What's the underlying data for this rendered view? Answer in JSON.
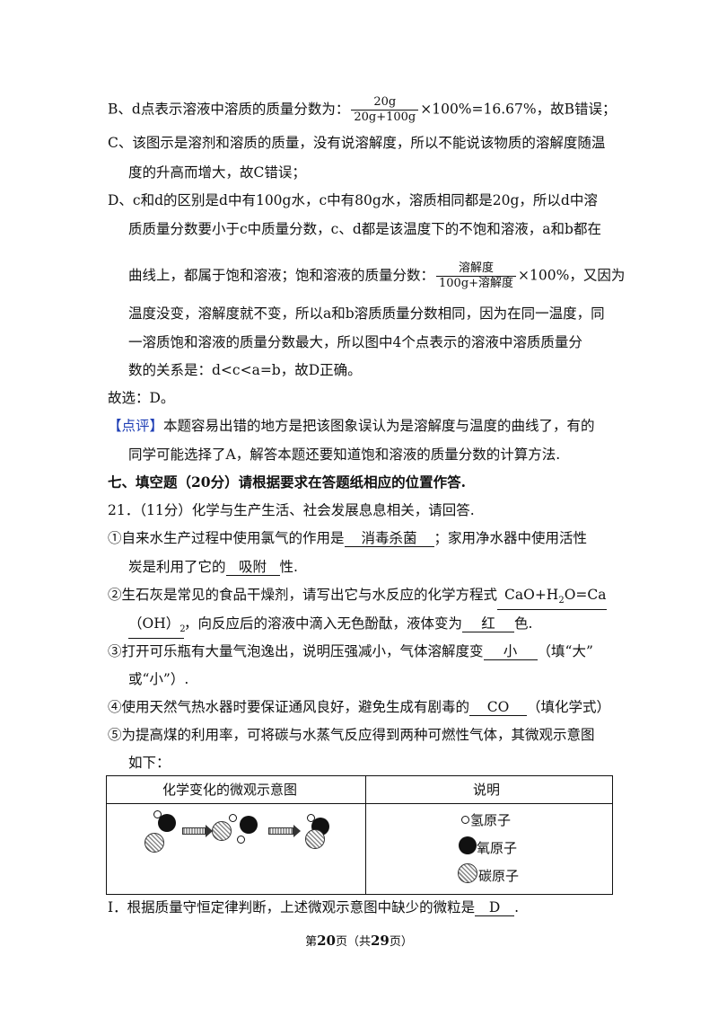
{
  "lines": {
    "b_pre": "B、d点表示溶液中溶质的质量分数为：",
    "b_num": "20g",
    "b_den": "20g+100g",
    "b_post": "×100%=16.67%，故B错误；",
    "c1": "C、该图示是溶剂和溶质的质量，没有说溶解度，所以不能说该物质的溶解度随温",
    "c2": "度的升高而增大，故C错误；",
    "d1": "D、c和d的区别是d中有100g水，c中有80g水，溶质相同都是20g，所以d中溶",
    "d2": "质质量分数要小于c中质量分数，c、d都是该温度下的不饱和溶液，a和b都在",
    "d3_pre": "曲线上，都属于饱和溶液；饱和溶液的质量分数：",
    "d3_num": "溶解度",
    "d3_den": "100g+溶解度",
    "d3_post": "×100%，又因为",
    "d4": "温度没变，溶解度就不变，所以a和b溶质质量分数相同，因为在同一温度，同",
    "d5": "一溶质饱和溶液的质量分数最大，所以图中4个点表示的溶液中溶质质量分",
    "d6": "数的关系是：d<c<a=b，故D正确。",
    "choose": "故选：D。",
    "review_tag": "【点评】",
    "review1": "本题容易出错的地方是把该图象误认为是溶解度与温度的曲线了，有的",
    "review2": "同学可能选择了A，解答本题还要知道饱和溶液的质量分数的计算方法."
  },
  "section": "七、填空题（20分）请根据要求在答题纸相应的位置作答.",
  "q21": {
    "head": "21．（11分）化学与生产生活、社会发展息息相关，请回答.",
    "p1_a": "①自来水生产过程中使用氯气的作用是",
    "p1_ans1": "消毒杀菌",
    "p1_b": "；家用净水器中使用活性",
    "p1_c": "炭是利用了它的",
    "p1_ans2": "吸附",
    "p1_d": "性.",
    "p2_a": "②生石灰是常见的食品干燥剂，请写出它与水反应的化学方程式",
    "p2_ans1a": "CaO+H",
    "p2_ans1sub": "2",
    "p2_ans1b": "O=Ca",
    "p2_ans1c": "（OH）",
    "p2_ans1csub": "2",
    "p2_b": "，向反应后的溶液中滴入无色酚酞，液体变为",
    "p2_ans2": "红",
    "p2_c": "色.",
    "p3_a": "③打开可乐瓶有大量气泡逸出，说明压强减小，气体溶解度变",
    "p3_ans": "小",
    "p3_b": "（填“大”",
    "p3_c": "或“小”）.",
    "p4_a": "④使用天然气热水器时要保证通风良好，避免生成有剧毒的",
    "p4_ans": "CO",
    "p4_b": "（填化学式）",
    "p5_a": "⑤为提高煤的利用率，可将碳与水蒸气反应得到两种可燃性气体，其微观示意图",
    "p5_b": "如下："
  },
  "table": {
    "col1": "化学变化的微观示意图",
    "col2": "说明",
    "legend_h": "氢原子",
    "legend_o": "氧原子",
    "legend_c": "碳原子"
  },
  "q21_i": {
    "pre": "Ⅰ．根据质量守恒定律判断，上述微观示意图中缺少的微粒是",
    "ans": "D",
    "post": "."
  },
  "footer": {
    "pre": "第",
    "page": "20",
    "mid": "页（共",
    "total": "29",
    "post": "页）"
  }
}
